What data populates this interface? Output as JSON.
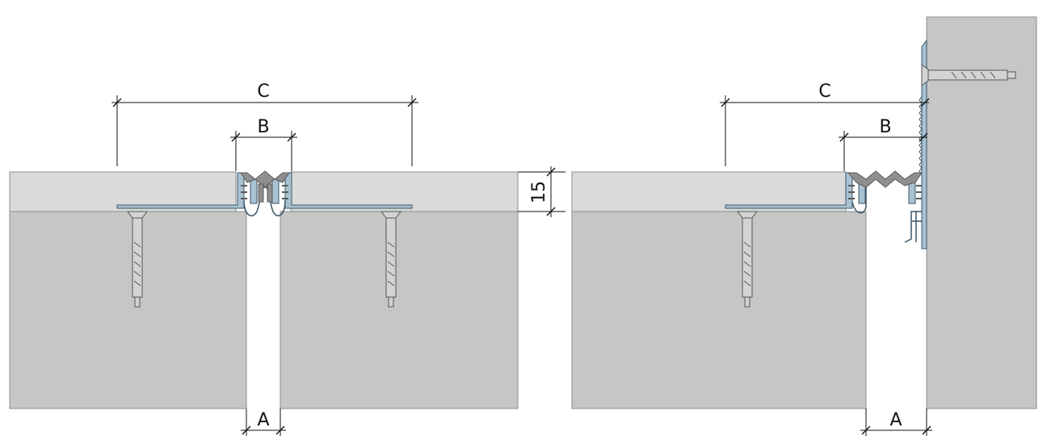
{
  "labels": {
    "left_c": "C",
    "left_b": "B",
    "left_a": "A",
    "thickness": "15",
    "right_c": "C",
    "right_b": "B",
    "right_a": "A"
  },
  "colors": {
    "concrete": "#c6c6c6",
    "screed": "#dadada",
    "profile": "#a9c2d2",
    "profile_edge": "#3a5566",
    "insert": "#8f8f8f",
    "insert_dark": "#5a5a5a",
    "anchor": "#d3d3d3",
    "line": "#111111"
  }
}
